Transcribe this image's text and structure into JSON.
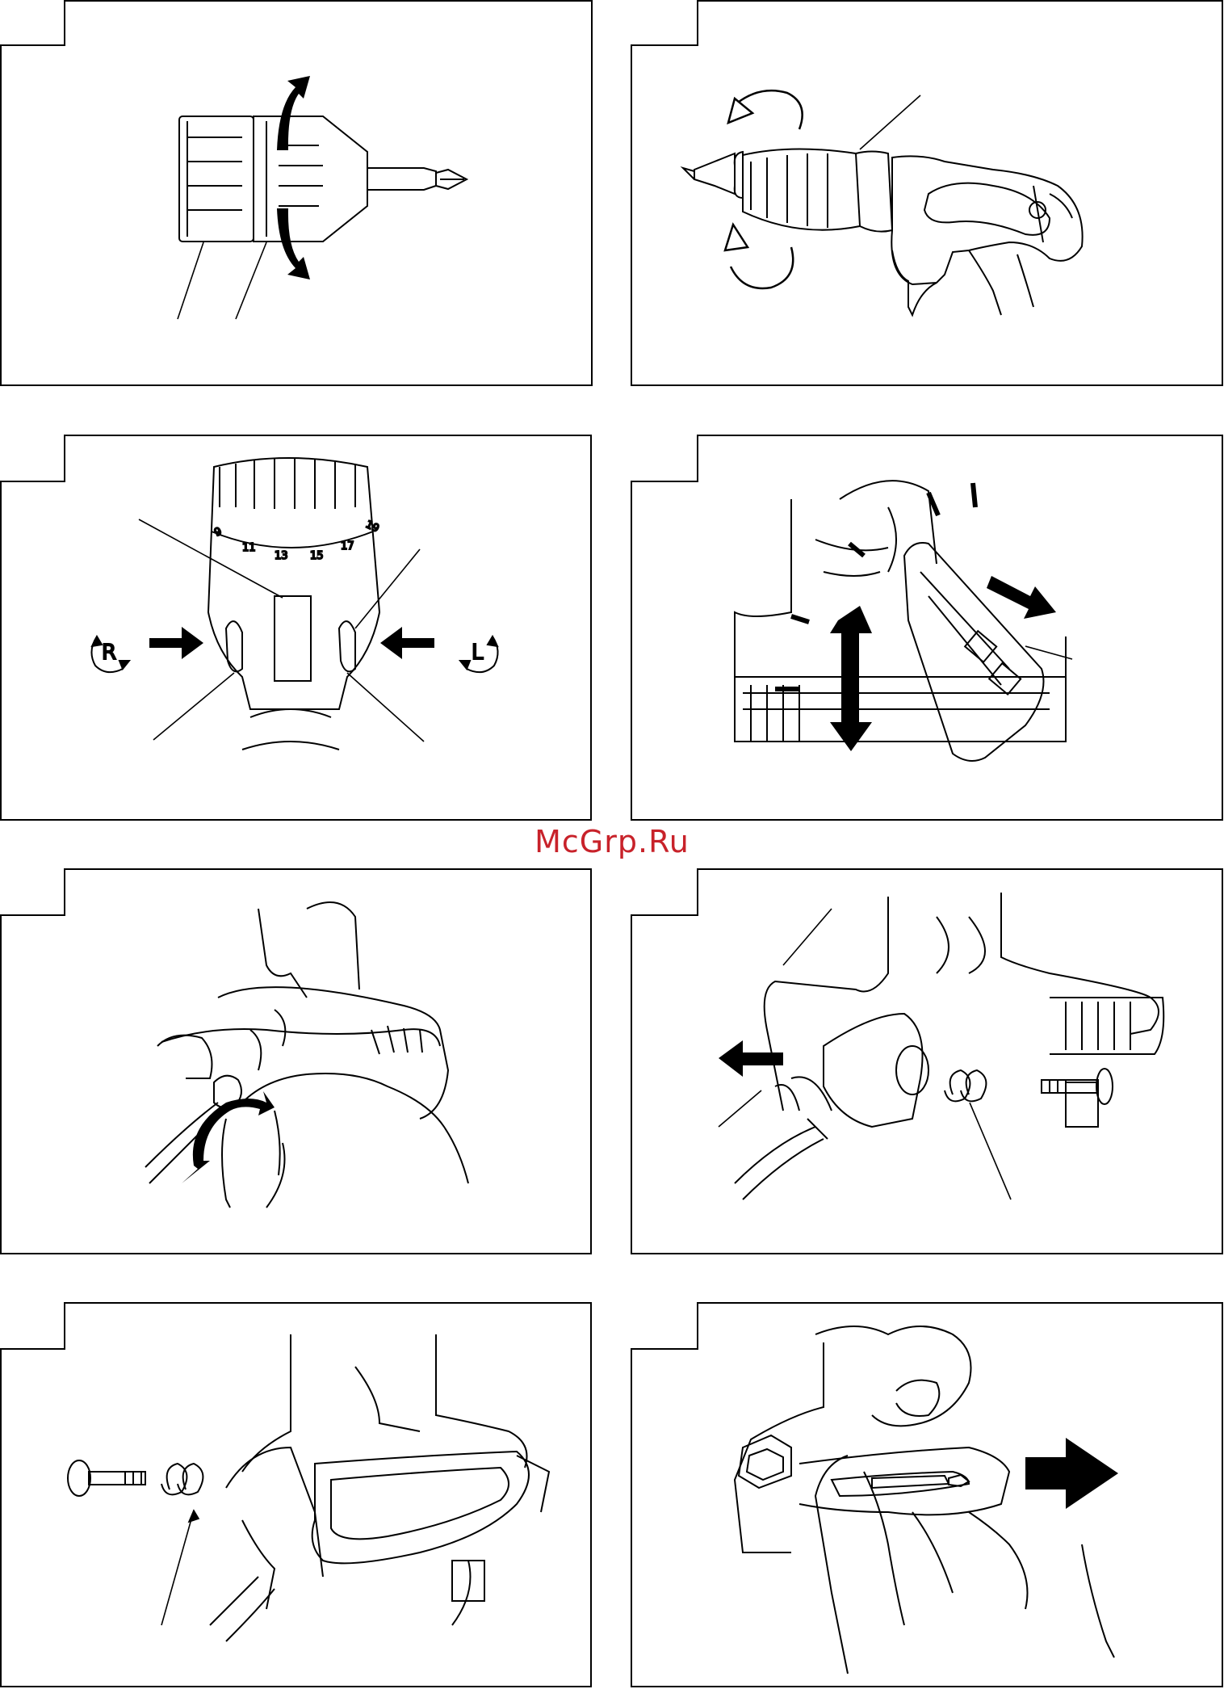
{
  "watermark": "McGrp.Ru",
  "dial_numbers": [
    "9",
    "11",
    "13",
    "15",
    "17",
    "19"
  ],
  "direction_labels": {
    "reverse": "R",
    "forward": "L"
  }
}
